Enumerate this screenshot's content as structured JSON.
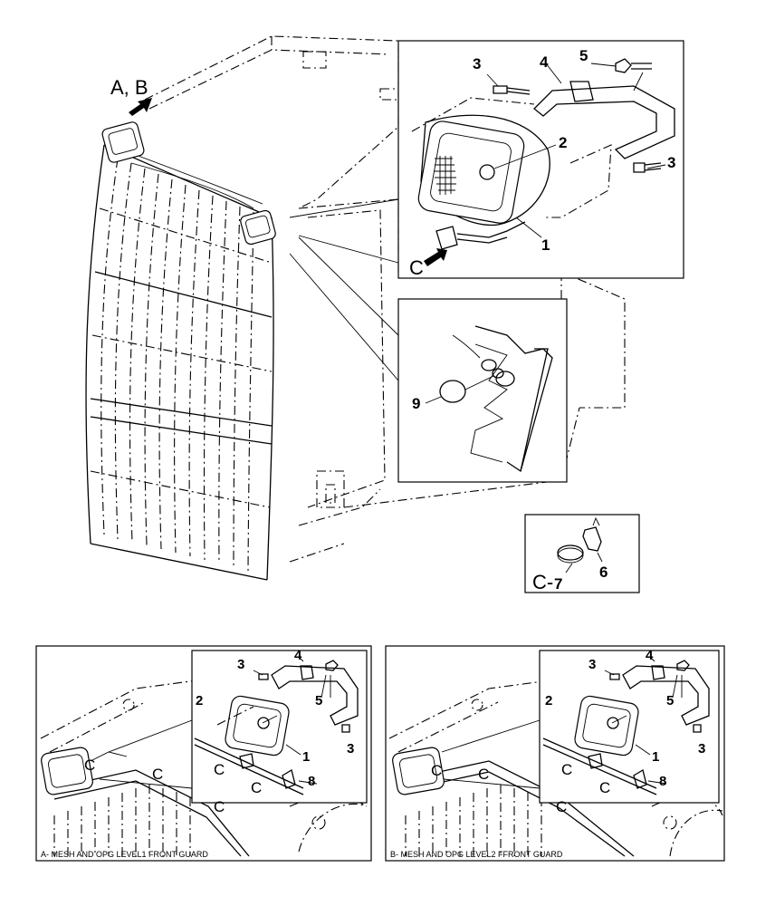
{
  "main_view": {
    "arrow_label": "A, B",
    "detail_top_callouts": [
      "3",
      "4",
      "5",
      "2",
      "3",
      "1"
    ],
    "detail_top_view": "C",
    "detail_mid_callout": "9",
    "detail_c_view": "C-",
    "detail_c_callouts": [
      "7",
      "6"
    ]
  },
  "panel_a": {
    "caption": "A- MESH AND OPG LEVEL1 FRONT GUARD",
    "callouts": [
      "3",
      "4",
      "5",
      "2",
      "3",
      "1",
      "8"
    ],
    "view_labels": [
      "C",
      "C",
      "C",
      "C",
      "C"
    ]
  },
  "panel_b": {
    "caption": "B- MESH AND OPG LEVEL2 FFRONT GUARD",
    "callouts": [
      "3",
      "4",
      "5",
      "2",
      "3",
      "1",
      "8"
    ],
    "view_labels": [
      "C",
      "C",
      "C",
      "C",
      "C"
    ]
  }
}
